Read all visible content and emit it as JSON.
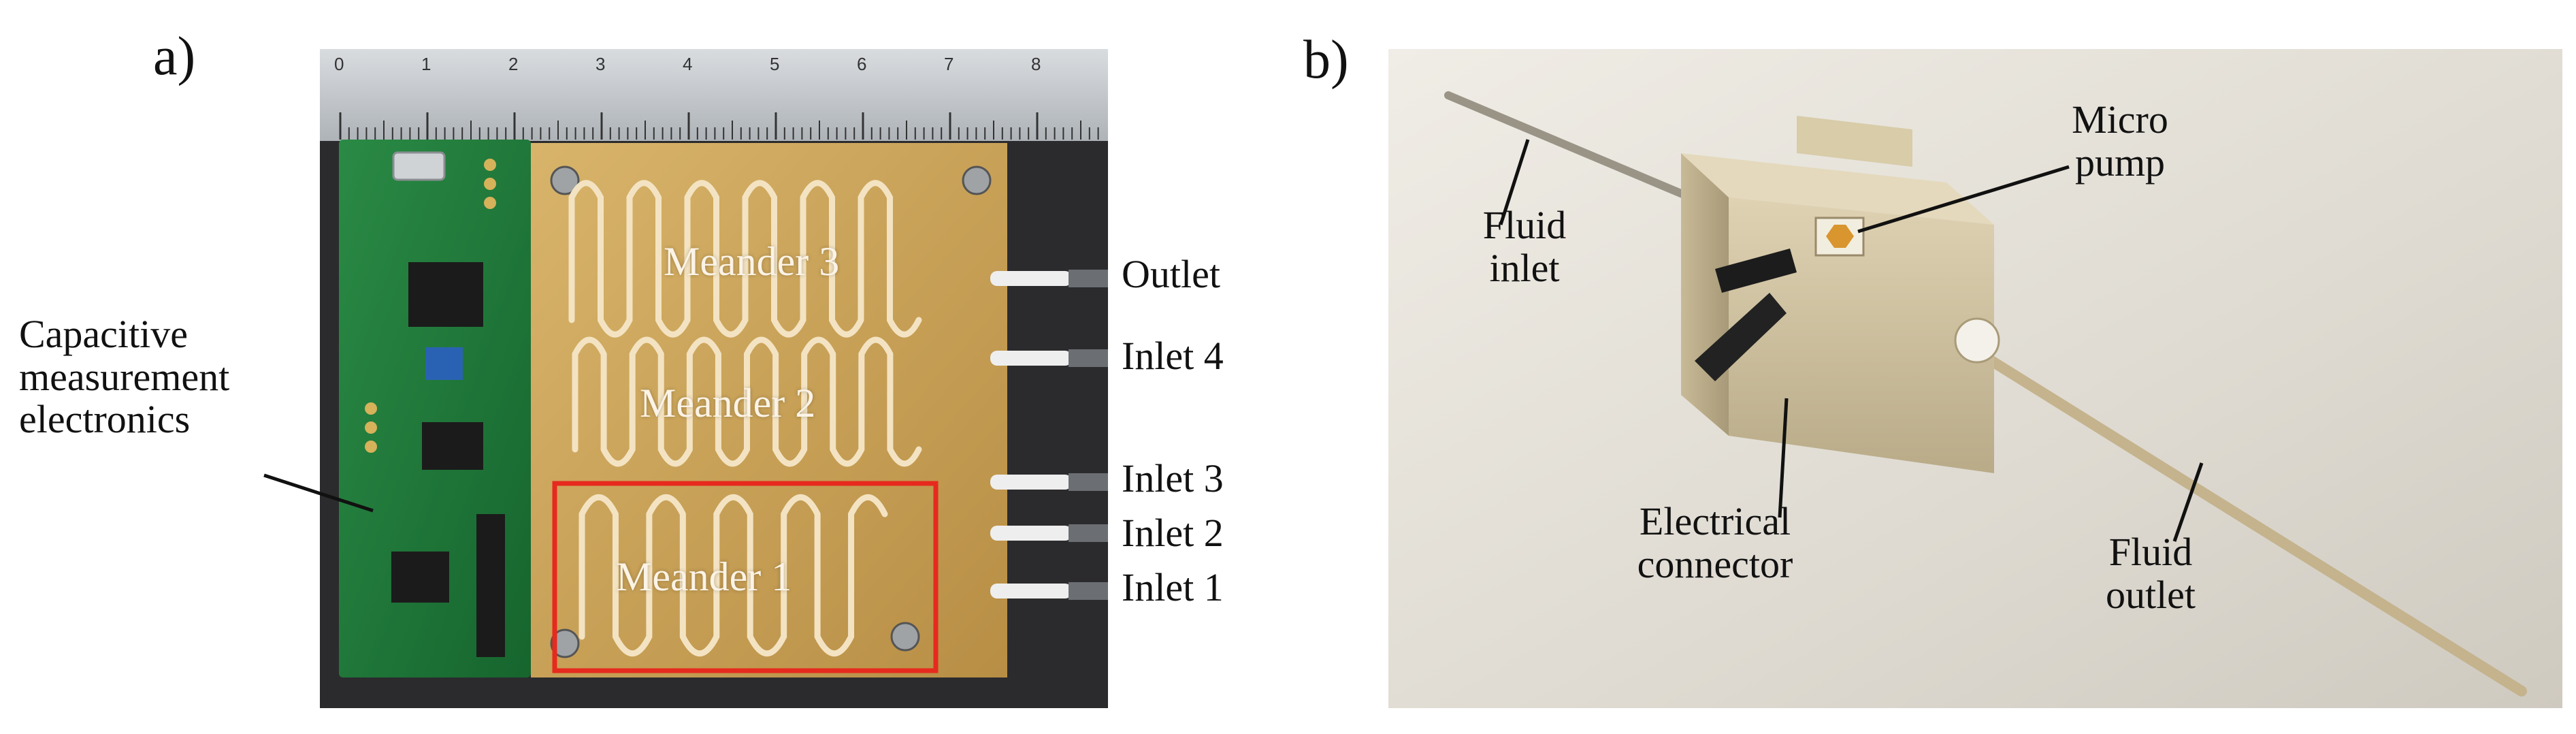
{
  "panel_a": {
    "letter": "a)",
    "left_label": [
      "Capacitive",
      "measurement",
      "electronics"
    ],
    "ruler_ticks": [
      "0",
      "1",
      "2",
      "3",
      "4",
      "5",
      "6",
      "7",
      "8"
    ],
    "meanders": [
      "Meander 3",
      "Meander 2",
      "Meander 1"
    ],
    "ports": [
      "Outlet",
      "Inlet 4",
      "Inlet 3",
      "Inlet 2",
      "Inlet 1"
    ],
    "highlight_color": "#e62a1e",
    "board_color": "#1f7a3a",
    "chip_color": "#c9a35a"
  },
  "panel_b": {
    "letter": "b)",
    "fluid_inlet": [
      "Fluid",
      "inlet"
    ],
    "micro_pump": [
      "Micro",
      "pump"
    ],
    "electrical_connector": [
      "Electrical",
      "connector"
    ],
    "fluid_outlet": [
      "Fluid",
      "outlet"
    ],
    "block_color": "#cdbf9c",
    "background_color": "#e6e3dc"
  }
}
